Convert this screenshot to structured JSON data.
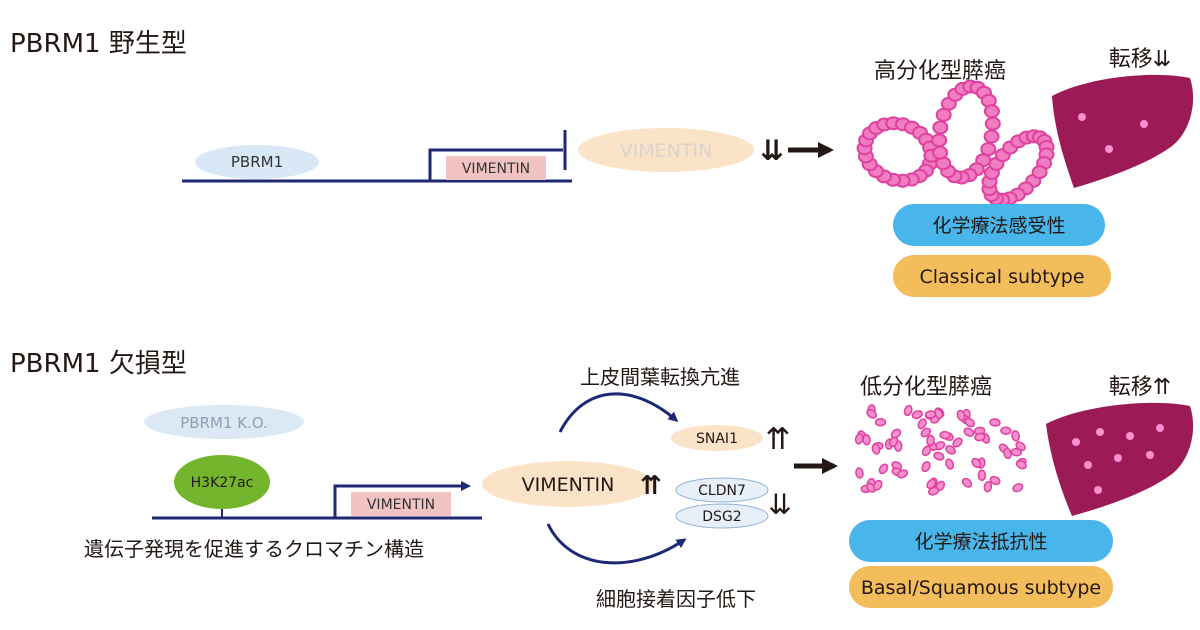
{
  "wild": {
    "title": "PBRM1 野生型",
    "pbrm1_label": "PBRM1",
    "gene_label": "VIMENTIN",
    "protein_label": "VIMENTIN",
    "protein_arrow": "⇊",
    "tumor_label": "高分化型膵癌",
    "metastasis_label": "転移⇊",
    "chemo_label": "化学療法感受性",
    "subtype_label": "Classical subtype"
  },
  "ko": {
    "title": "PBRM1 欠損型",
    "ko_label": "PBRM1 K.O.",
    "h3k27ac_label": "H3K27ac",
    "chromatin_label": "遺伝子発現を促進するクロマチン構造",
    "gene_label": "VIMENTIN",
    "protein_label": "VIMENTIN",
    "protein_arrow": "⇈",
    "emt_label": "上皮間葉転換亢進",
    "snai1_label": "SNAI1",
    "snai1_arrow": "⇈",
    "cldn7_label": "CLDN7",
    "dsg2_label": "DSG2",
    "adhesion_arrow": "⇊",
    "adhesion_label": "細胞接着因子低下",
    "tumor_label": "低分化型膵癌",
    "metastasis_label": "転移⇈",
    "chemo_label": "化学療法抵抗性",
    "subtype_label": "Basal/Squamous subtype"
  },
  "colors": {
    "line": "#1d2a73",
    "pbrm1_fill": "#d8e8f6",
    "gene_box": "#f2c3c3",
    "vim_protein": "#fbe3c8",
    "chemo": "#48b6ea",
    "subtype": "#f3bd5b",
    "h3k27ac": "#74b52e",
    "cell": "#e0409e",
    "liver": "#9c1a55",
    "pale_blue": "#dce8f4"
  }
}
